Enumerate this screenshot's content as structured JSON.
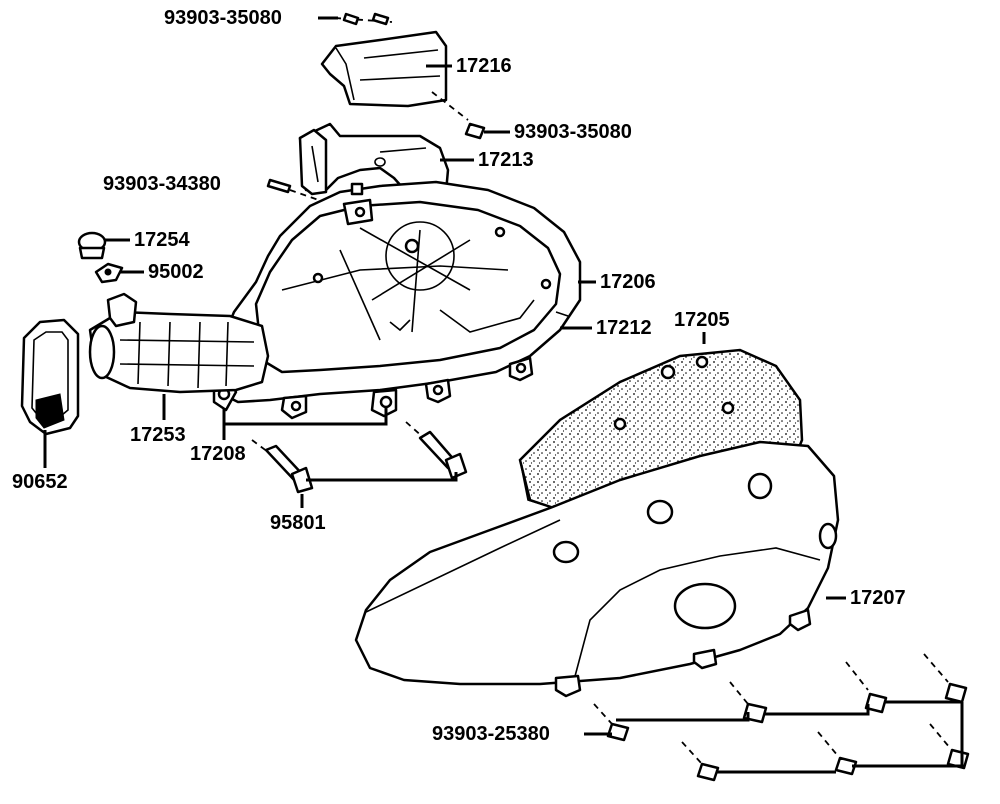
{
  "labels": {
    "p_93903_35080_top": "93903-35080",
    "p_17216": "17216",
    "p_93903_35080_mid": "93903-35080",
    "p_17213": "17213",
    "p_93903_34380": "93903-34380",
    "p_17254": "17254",
    "p_95002": "95002",
    "p_17206": "17206",
    "p_17212": "17212",
    "p_17205": "17205",
    "p_90652": "90652",
    "p_17253": "17253",
    "p_17208": "17208",
    "p_95801": "95801",
    "p_17207": "17207",
    "p_93903_25380": "93903-25380"
  }
}
